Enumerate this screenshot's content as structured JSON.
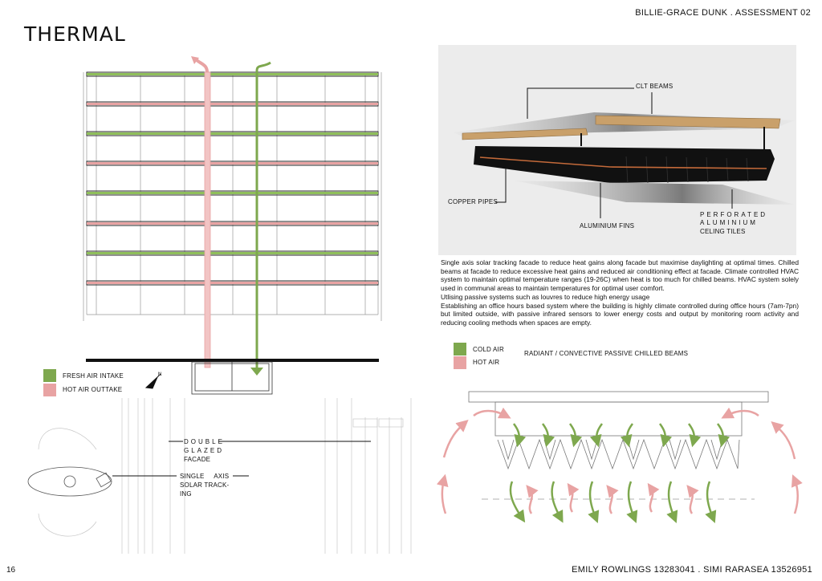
{
  "header": {
    "title": "THERMAL",
    "assessment": "BILLIE-GRACE DUNK . ASSESSMENT 02"
  },
  "footer": {
    "page_number": "16",
    "credits": "EMILY ROWLINGS 13283041 . SIMI RARASEA 13526951"
  },
  "section_legend": {
    "fresh_air": "FRESH AIR INTAKE",
    "hot_air": "HOT AIR OUTTAKE",
    "fresh_color": "#7ea84e",
    "hot_color": "#e8a3a3"
  },
  "plan_labels": {
    "double_glazed_1": "DOUBLE",
    "double_glazed_2": "GLAZED",
    "double_glazed_3": "FACADE",
    "single_axis_1": "SINGLE     AXIS",
    "single_axis_2": "SOLAR TRACK-",
    "single_axis_3": "ING"
  },
  "render_labels": {
    "clt_beams": "CLT BEAMS",
    "copper_pipes": "COPPER PIPES",
    "aluminium_fins": "ALUMINIUM FINS",
    "perforated_1": "PERFORATED",
    "perforated_2": "ALUMINIUM",
    "perforated_3": "CELING TILES"
  },
  "description": [
    "Single axis solar tracking facade to reduce heat gains along facade but maximise daylighting at optimal times. Chilled beams at facade to reduce excessive heat gains and reduced air conditioning effect at facade. Climate controlled HVAC system to maintain optimal temperature ranges (19-26C) when heat is too much for chilled beams. HVAC system solely used in communal areas to maintain temperatures for optimal user comfort.",
    "Utlising passive systems such as louvres to reduce high energy usage",
    "Establishing an office hours based system where the building is highly climate controlled during office hours (7am-7pn) but limited outside, with passive infrared sensors to lower energy costs and output by monitoring room activity and reducing cooling methods when spaces are empty."
  ],
  "beam_legend": {
    "cold_air": "COLD AIR",
    "hot_air": "HOT AIR",
    "title": "RADIANT / CONVECTIVE PASSIVE CHILLED BEAMS",
    "cold_color": "#7ea84e",
    "hot_color": "#e8a3a3"
  }
}
